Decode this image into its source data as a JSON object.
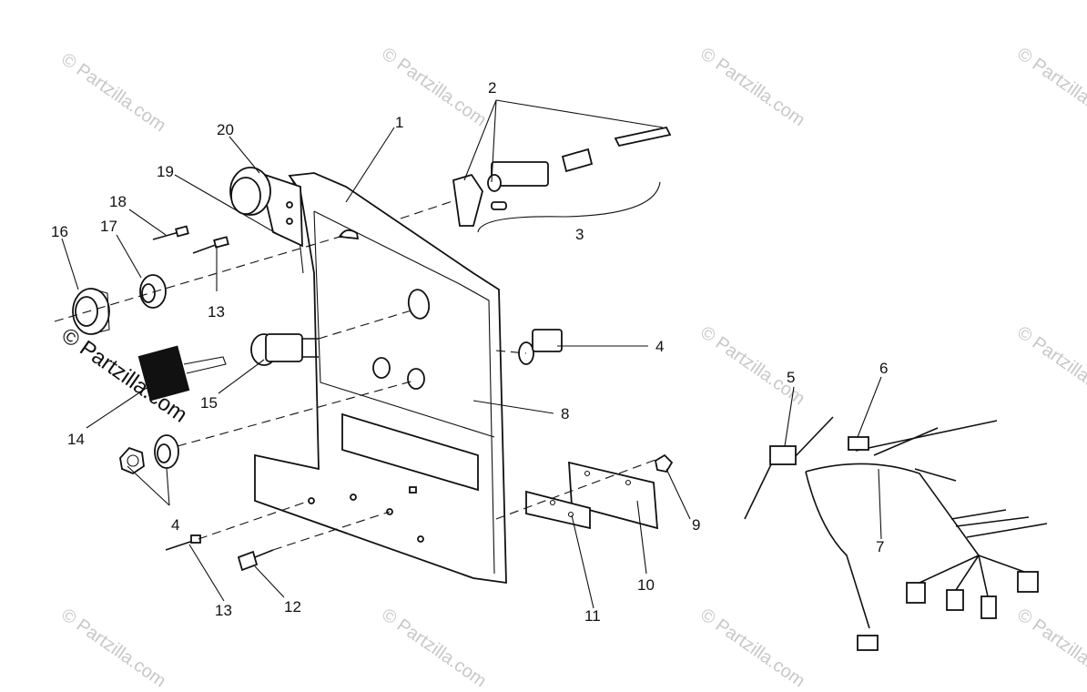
{
  "watermark": "© Partzilla.com",
  "callouts": [
    {
      "id": "c1",
      "text": "1"
    },
    {
      "id": "c2",
      "text": "2"
    },
    {
      "id": "c3",
      "text": "3"
    },
    {
      "id": "c4a",
      "text": "4"
    },
    {
      "id": "c4b",
      "text": "4"
    },
    {
      "id": "c5",
      "text": "5"
    },
    {
      "id": "c6",
      "text": "6"
    },
    {
      "id": "c7",
      "text": "7"
    },
    {
      "id": "c8",
      "text": "8"
    },
    {
      "id": "c9",
      "text": "9"
    },
    {
      "id": "c10",
      "text": "10"
    },
    {
      "id": "c11",
      "text": "11"
    },
    {
      "id": "c12",
      "text": "12"
    },
    {
      "id": "c13a",
      "text": "13"
    },
    {
      "id": "c13b",
      "text": "13"
    },
    {
      "id": "c14",
      "text": "14"
    },
    {
      "id": "c15",
      "text": "15"
    },
    {
      "id": "c16",
      "text": "16"
    },
    {
      "id": "c17",
      "text": "17"
    },
    {
      "id": "c18",
      "text": "18"
    },
    {
      "id": "c19",
      "text": "19"
    },
    {
      "id": "c20",
      "text": "20"
    }
  ]
}
